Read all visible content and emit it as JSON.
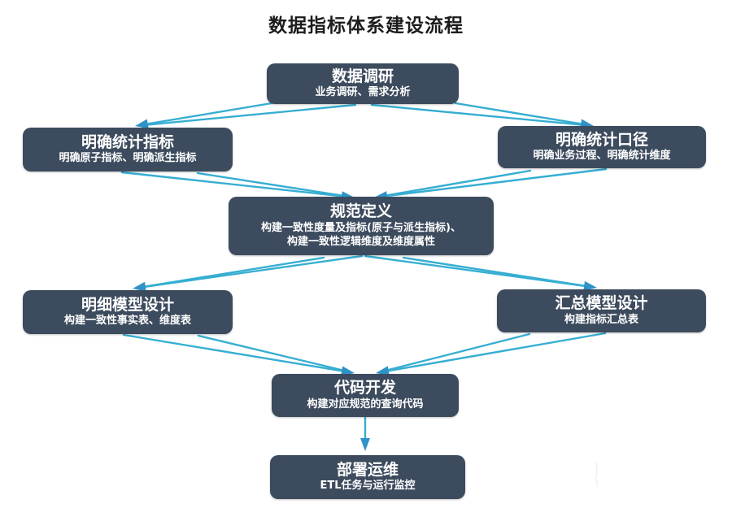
{
  "page_title": "数据指标体系建设流程",
  "colors": {
    "background": "#ffffff",
    "node_bg": "#3d4b5e",
    "node_text": "#ffffff",
    "title_text": "#1c1c1c",
    "arrow_line": "#36aed2",
    "arrow_head": "#2f93c8"
  },
  "nodes": [
    {
      "id": "research",
      "title": "数据调研",
      "subtitle": "业务调研、需求分析"
    },
    {
      "id": "metrics",
      "title": "明确统计指标",
      "subtitle": "明确原子指标、明确派生指标"
    },
    {
      "id": "caliber",
      "title": "明确统计口径",
      "subtitle": "明确业务过程、明确统计维度"
    },
    {
      "id": "definition",
      "title": "规范定义",
      "subtitle_line1": "构建一致性度量及指标(原子与派生指标)、",
      "subtitle_line2": "构建一致性逻辑维度及维度属性"
    },
    {
      "id": "detail_model",
      "title": "明细模型设计",
      "subtitle": "构建一致性事实表、维度表"
    },
    {
      "id": "summary_model",
      "title": "汇总模型设计",
      "subtitle": "构建指标汇总表"
    },
    {
      "id": "code_dev",
      "title": "代码开发",
      "subtitle": "构建对应规范的查询代码"
    },
    {
      "id": "deploy",
      "title": "部署运维",
      "subtitle": "ETL任务与运行监控"
    }
  ],
  "edges": [
    {
      "from": "数据调研",
      "to": "明确统计指标"
    },
    {
      "from": "数据调研",
      "to": "明确统计口径"
    },
    {
      "from": "明确统计指标",
      "to": "规范定义"
    },
    {
      "from": "明确统计口径",
      "to": "规范定义"
    },
    {
      "from": "规范定义",
      "to": "明细模型设计"
    },
    {
      "from": "规范定义",
      "to": "汇总模型设计"
    },
    {
      "from": "明细模型设计",
      "to": "代码开发"
    },
    {
      "from": "汇总模型设计",
      "to": "代码开发"
    },
    {
      "from": "代码开发",
      "to": "部署运维"
    }
  ]
}
